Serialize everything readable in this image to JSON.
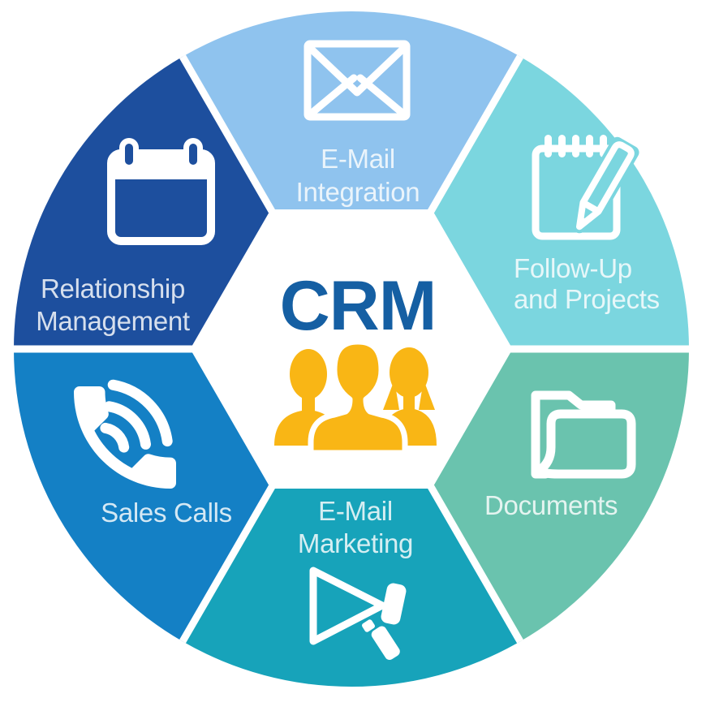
{
  "diagram_title": "CRM",
  "colors": {
    "background": "#ffffff",
    "divider": "#ffffff",
    "icon": "#ffffff",
    "center_bg": "#ffffff",
    "center_text": "#155fa3",
    "people": "#f9b615",
    "label": "#ffffff"
  },
  "center": {
    "label": "CRM",
    "icon": "people-group-icon"
  },
  "segments": [
    {
      "id": "email-integration",
      "line1": "E-Mail",
      "line2": "Integration",
      "color": "#8fc3ee",
      "icon": "envelope-icon",
      "position": "top"
    },
    {
      "id": "follow-up-and-projects",
      "line1": "Follow-Up",
      "line2": "and Projects",
      "color": "#7bd6df",
      "icon": "notepad-pencil-icon",
      "position": "top-right"
    },
    {
      "id": "documents",
      "line1": "Documents",
      "line2": "",
      "color": "#6ac3ae",
      "icon": "folder-icon",
      "position": "bottom-right"
    },
    {
      "id": "email-marketing",
      "line1": "E-Mail",
      "line2": "Marketing",
      "color": "#17a3ba",
      "icon": "megaphone-icon",
      "position": "bottom"
    },
    {
      "id": "sales-calls",
      "line1": "Sales Calls",
      "line2": "",
      "color": "#1480c5",
      "icon": "phone-icon",
      "position": "bottom-left"
    },
    {
      "id": "relationship-management",
      "line1": "Relationship",
      "line2": "Management",
      "color": "#1d4f9e",
      "icon": "calendar-icon",
      "position": "top-left"
    }
  ]
}
